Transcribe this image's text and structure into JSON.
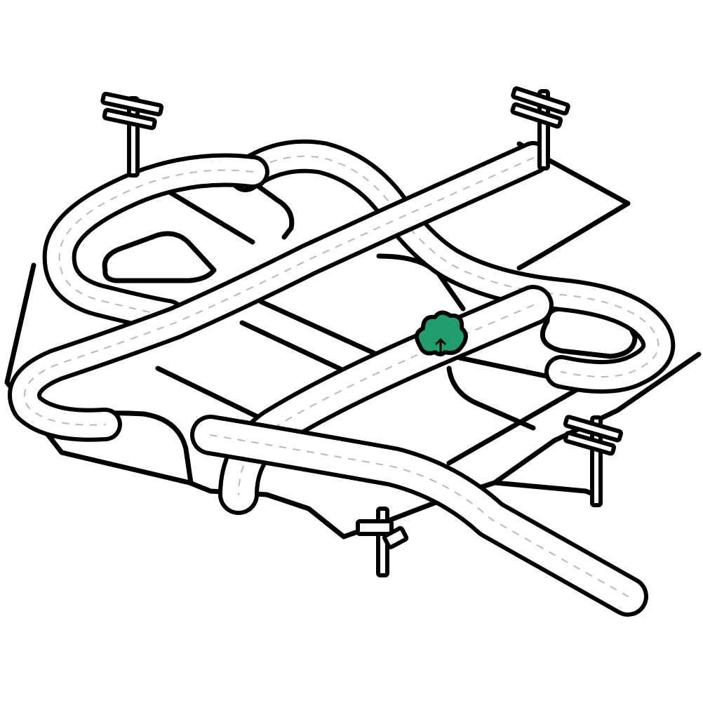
{
  "colors": {
    "background": "#ffffff",
    "ink": "#000000",
    "road_surface": "#ffffff",
    "lane_marking": "#b9b9b9",
    "tree_fill": "#1f9e6e",
    "tree_outline": "#000000"
  },
  "icons": [
    "utility-pole-icon",
    "signpost-icon",
    "tree-icon"
  ],
  "scene": {
    "style": "black-and-white line drawing",
    "feature_counts": {
      "utility_poles": 3,
      "signposts": 1,
      "trees": 1
    }
  }
}
